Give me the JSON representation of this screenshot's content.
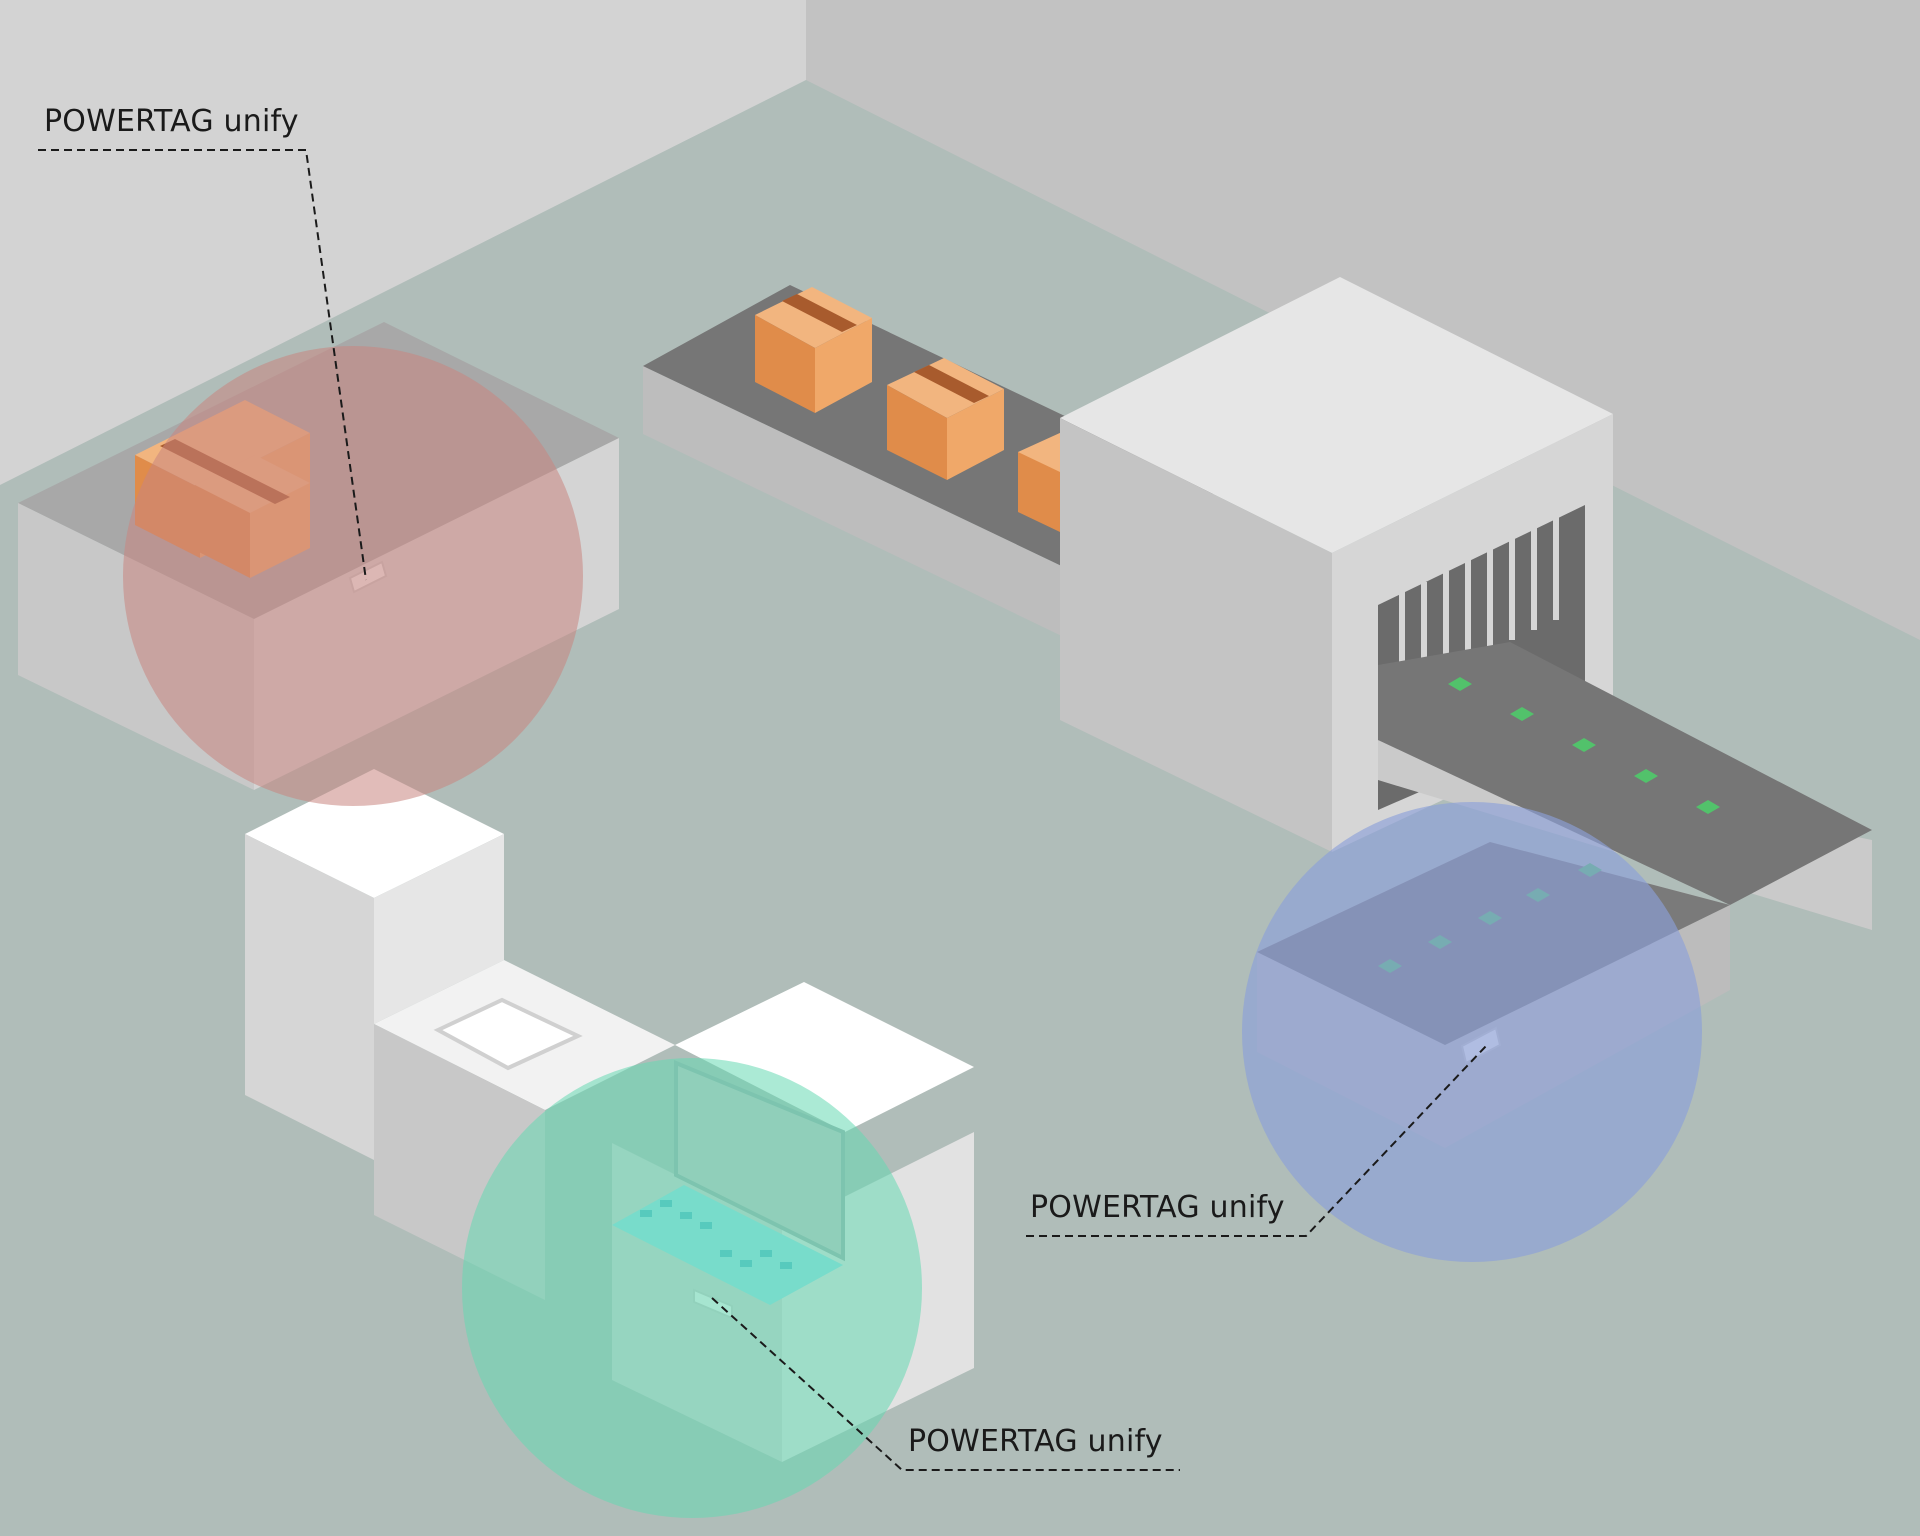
{
  "scene": {
    "callouts": [
      {
        "id": "shelf",
        "label": "POWERTAG unify"
      },
      {
        "id": "conveyor",
        "label": "POWERTAG unify"
      },
      {
        "id": "desk",
        "label": "POWERTAG unify"
      }
    ]
  },
  "colors": {
    "floor": "#b0bdb9",
    "wall_left": "#d3d3d3",
    "wall_right": "#c2c2c2",
    "belt": "#777777",
    "box_orange": "#e0874a",
    "zone_red": "#c88580",
    "zone_blue": "#8c9fd9",
    "zone_green": "#66d9b3",
    "chip_green": "#52c26b",
    "keyboard_cyan": "#6fd0dd"
  },
  "zones": [
    {
      "name": "shelf-zone",
      "color": "red"
    },
    {
      "name": "conveyor-zone",
      "color": "blue"
    },
    {
      "name": "desk-zone",
      "color": "green"
    }
  ]
}
